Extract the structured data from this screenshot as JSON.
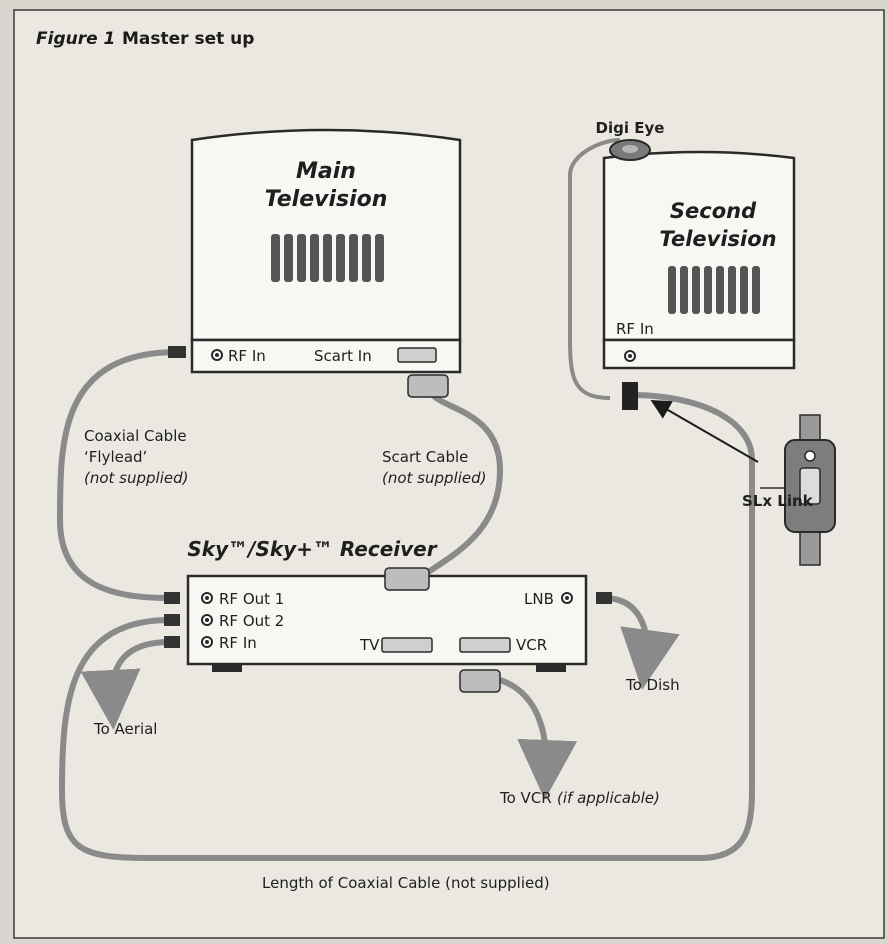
{
  "figure": {
    "number": "Figure 1",
    "title": "Master set up"
  },
  "main_tv": {
    "line1": "Main",
    "line2": "Television",
    "rf_in": "RF In",
    "scart_in": "Scart In"
  },
  "second_tv": {
    "line1": "Second",
    "line2": "Television",
    "rf_in": "RF In",
    "digi_eye": "Digi Eye"
  },
  "receiver": {
    "title": "Sky™/Sky+™ Receiver",
    "rf_out_1": "RF Out 1",
    "rf_out_2": "RF Out 2",
    "rf_in": "RF In",
    "tv": "TV",
    "vcr": "VCR",
    "lnb": "LNB"
  },
  "cables": {
    "coax_line1": "Coaxial Cable",
    "coax_line2": "‘Flylead’",
    "coax_line3": "(not supplied)",
    "scart_line1": "Scart Cable",
    "scart_line2": "(not supplied)",
    "length": "Length of Coaxial Cable (not supplied)"
  },
  "destinations": {
    "aerial": "To Aerial",
    "dish": "To Dish",
    "vcr_prefix": "To VCR",
    "vcr_suffix": "(if applicable)"
  },
  "slx": {
    "label": "SLx Link"
  },
  "colors": {
    "page": "#ebe8e2",
    "background": "#d9d6d0",
    "device_fill": "#f8f7f3",
    "device_stroke": "#2a2a2a",
    "cable": "#8a8a8a",
    "grille": "#555555",
    "slx_body": "#7d7d7d"
  }
}
